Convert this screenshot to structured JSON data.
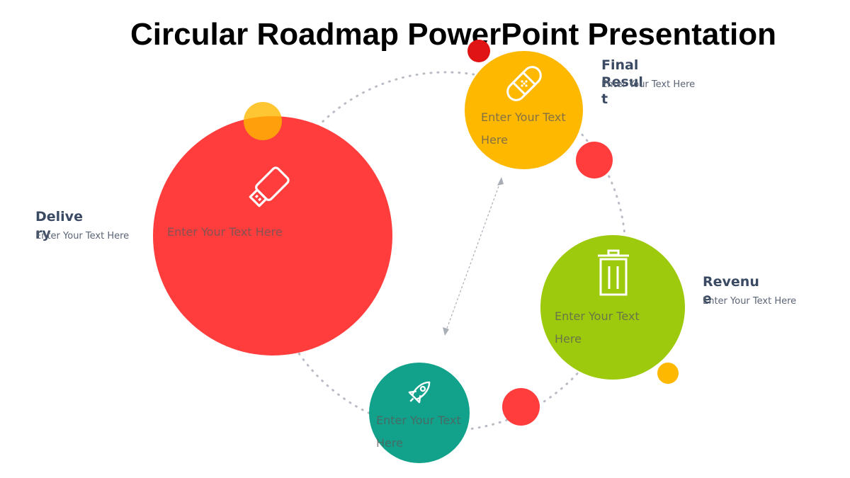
{
  "title": "Circular Roadmap PowerPoint Presentation",
  "colors": {
    "red": "#ff3d3d",
    "yellow": "#ffb800",
    "green": "#9dca0c",
    "teal": "#12a18a",
    "dots": "#b8bcc4",
    "label": "#3b4a63"
  },
  "stages": [
    {
      "icon": "usb-drive-icon",
      "text": "Enter Your Text Here",
      "label": "Delivery",
      "sub": "Enter Your Text Here"
    },
    {
      "icon": "bandage-icon",
      "text": "Enter Your Text Here",
      "label": "Final Result",
      "sub": "Enter Your Text Here"
    },
    {
      "icon": "trash-bin-icon",
      "text": "Enter Your Text Here",
      "label": "Revenue",
      "sub": "Enter Your Text Here"
    },
    {
      "icon": "rocket-icon",
      "text": "Enter Your Text Here"
    }
  ]
}
